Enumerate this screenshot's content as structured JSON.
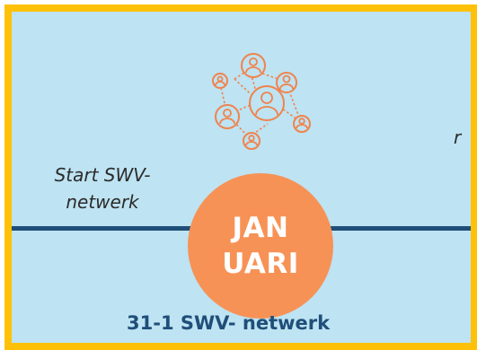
{
  "slide": {
    "start_label_line1": "Start SWV-",
    "start_label_line2": "netwerk",
    "month_line1": "JAN",
    "month_line2": "UARI",
    "bottom_label": "31-1 SWV- netwerk",
    "edge_label": "r"
  },
  "icons": {
    "network": "network-people-icon"
  },
  "colors": {
    "border": "#FFC107",
    "background": "#BEE3F2",
    "timeline": "#1F4E79",
    "circle": "#F79256",
    "icon": "#F0834D"
  }
}
